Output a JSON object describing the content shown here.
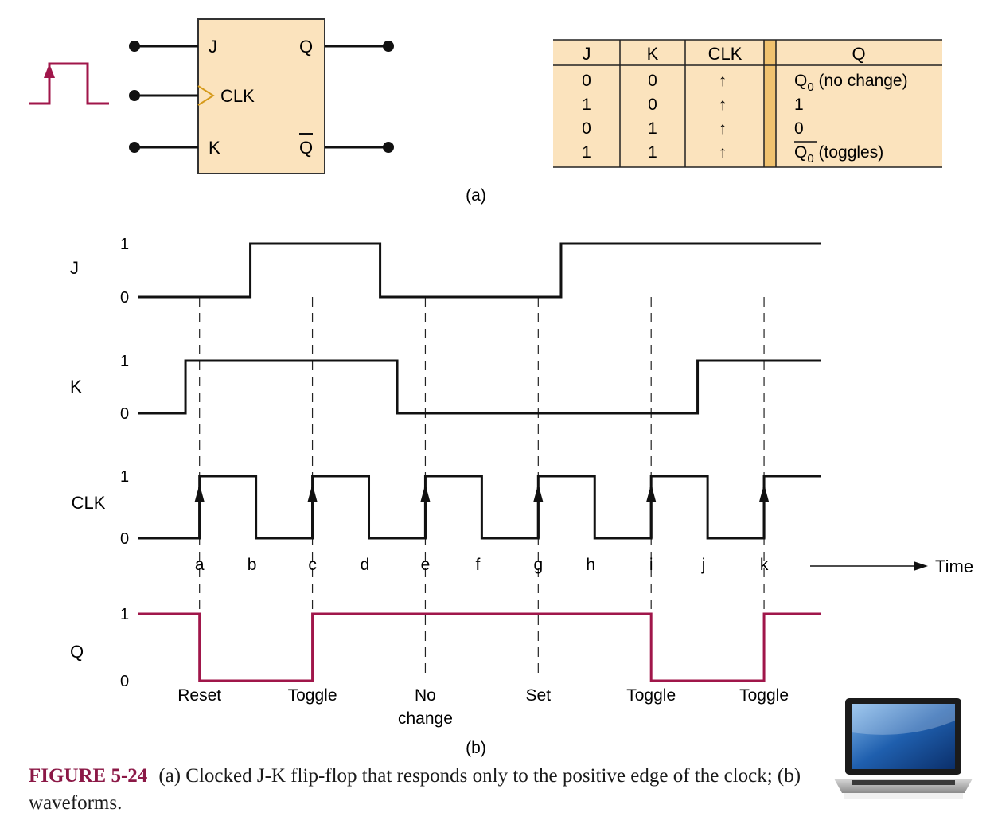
{
  "flipflop": {
    "pins": {
      "j": "J",
      "clk": "CLK",
      "k": "K",
      "q": "Q",
      "qbar": "Q"
    }
  },
  "truth_table": {
    "headers": [
      "J",
      "K",
      "CLK",
      "Q"
    ],
    "rows": [
      {
        "j": "0",
        "k": "0",
        "clk": "↑",
        "q_main": "Q",
        "q_sub": "0",
        "q_rest": " (no change)",
        "overline": false
      },
      {
        "j": "1",
        "k": "0",
        "clk": "↑",
        "q_main": "1",
        "q_sub": "",
        "q_rest": "",
        "overline": false
      },
      {
        "j": "0",
        "k": "1",
        "clk": "↑",
        "q_main": "0",
        "q_sub": "",
        "q_rest": "",
        "overline": false
      },
      {
        "j": "1",
        "k": "1",
        "clk": "↑",
        "q_main": "Q",
        "q_sub": "0",
        "q_rest": " (toggles)",
        "overline": true
      }
    ]
  },
  "label_a": "(a)",
  "label_b": "(b)",
  "waveforms": {
    "signals": [
      {
        "key": "J",
        "name": "J",
        "high": "1",
        "low": "0",
        "color": "#111111",
        "points": [
          [
            0,
            0
          ],
          [
            0.165,
            1
          ],
          [
            0.355,
            0
          ],
          [
            0.62,
            1
          ],
          [
            1,
            1
          ]
        ]
      },
      {
        "key": "K",
        "name": "K",
        "high": "1",
        "low": "0",
        "color": "#111111",
        "points": [
          [
            0,
            0
          ],
          [
            0.07,
            1
          ],
          [
            0.38,
            0
          ],
          [
            0.82,
            1
          ],
          [
            1,
            1
          ]
        ]
      },
      {
        "key": "CLK",
        "name": "CLK",
        "high": "1",
        "low": "0",
        "color": "#111111",
        "points": [
          [
            0,
            0
          ],
          [
            0.115,
            1
          ],
          [
            0.22,
            0
          ],
          [
            0.325,
            1
          ],
          [
            0.43,
            0
          ],
          [
            0.535,
            1
          ],
          [
            0.64,
            0
          ],
          [
            0.745,
            1
          ],
          [
            0.85,
            0
          ],
          [
            0.955,
            1
          ],
          [
            1.06,
            0
          ],
          [
            1.165,
            1
          ],
          [
            1.27,
            1
          ]
        ]
      },
      {
        "key": "Q",
        "name": "Q",
        "high": "1",
        "low": "0",
        "color": "#a0164a",
        "points": [
          [
            0,
            1
          ],
          [
            0.115,
            0
          ],
          [
            0.325,
            1
          ],
          [
            0.955,
            0
          ],
          [
            1.165,
            1
          ],
          [
            1.27,
            1
          ]
        ]
      }
    ],
    "time_points": [
      "a",
      "b",
      "c",
      "d",
      "e",
      "f",
      "g",
      "h",
      "i",
      "j",
      "k"
    ],
    "time_label": "Time",
    "q_annotations": [
      {
        "at": "a",
        "lines": [
          "Reset"
        ]
      },
      {
        "at": "c",
        "lines": [
          "Toggle"
        ]
      },
      {
        "at": "e",
        "lines": [
          "No",
          "change"
        ]
      },
      {
        "at": "g",
        "lines": [
          "Set"
        ]
      },
      {
        "at": "i",
        "lines": [
          "Toggle"
        ]
      },
      {
        "at": "k",
        "lines": [
          "Toggle"
        ]
      }
    ]
  },
  "caption": {
    "figure_number": "FIGURE 5-24",
    "text": "(a) Clocked J-K flip-flop that responds only to the positive edge of the clock; (b) waveforms."
  },
  "colors": {
    "accent": "#a0164a",
    "block_fill": "#fbe3bd",
    "table_fill": "#fbe3bd",
    "table_divider": "#f0c26f",
    "caption_accent": "#8b1846"
  },
  "icons": [
    "laptop-icon",
    "pulse-icon",
    "clock-triangle-icon"
  ]
}
